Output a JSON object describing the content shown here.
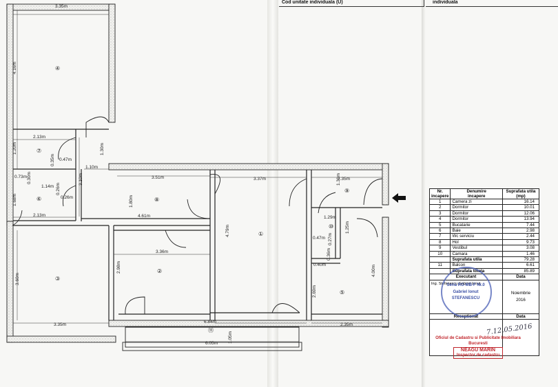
{
  "header": {
    "left_label": "Cod unitate individuala (U)",
    "right_label": "individuala"
  },
  "rooms": [
    {
      "num": "④"
    },
    {
      "num": "⑦"
    },
    {
      "num": "⑥"
    },
    {
      "num": "⑧"
    },
    {
      "num": "①"
    },
    {
      "num": "⑨"
    },
    {
      "num": "⑩"
    },
    {
      "num": "③"
    },
    {
      "num": "②"
    },
    {
      "num": "⑤"
    },
    {
      "num": "⑪"
    }
  ],
  "dimensions": {
    "d1": "3.35m",
    "d2": "4.16m",
    "d3": "2.13m",
    "d4": "1.20m",
    "d5": "0.47m",
    "d6": "0.35m",
    "d7": "3.10m",
    "d8": "1.10m",
    "d9": "1.30m",
    "d10": "0.73m",
    "d11": "0.30m",
    "d12": "1.14m",
    "d13": "0.26m",
    "d14": "0.26m",
    "d15": "1.68m",
    "d16": "2.13m",
    "d17": "3.51m",
    "d18": "1.80m",
    "d19": "4.61m",
    "d20": "3.37m",
    "d21": "4.79m",
    "d22": "2.35m",
    "d23": "1.31m",
    "d24": "1.29m",
    "d25": "1.25m",
    "d26": "0.47m",
    "d27": "0.27m",
    "d28": "0.36m",
    "d29": "0.40m",
    "d30": "3.60m",
    "d31": "3.36m",
    "d32": "2.98m",
    "d33": "2.69m",
    "d34": "4.00m",
    "d35": "3.35m",
    "d36": "6.84m",
    "d37": "1.05m",
    "d38": "6.05m",
    "d39": "2.35m"
  },
  "legend": {
    "h_nr": "Nr.",
    "h_nr2": "incapere",
    "h_den": "Denumire",
    "h_den2": "incapere",
    "h_sup": "Suprafata utila",
    "h_sup2": "(mp)",
    "rows": [
      {
        "nr": "1",
        "name": "Camera zi",
        "area": "16.14"
      },
      {
        "nr": "2",
        "name": "Dormitor",
        "area": "10.01"
      },
      {
        "nr": "3",
        "name": "Dormitor",
        "area": "12.06"
      },
      {
        "nr": "4",
        "name": "Dormitor",
        "area": "13.94"
      },
      {
        "nr": "5",
        "name": "Bucatarie",
        "area": "7.44"
      },
      {
        "nr": "6",
        "name": "Baie",
        "area": "2.98"
      },
      {
        "nr": "7",
        "name": "Wc serviciu",
        "area": "2.44"
      },
      {
        "nr": "8",
        "name": "Hol",
        "area": "9.73"
      },
      {
        "nr": "9",
        "name": "Vestibul",
        "area": "3.08"
      },
      {
        "nr": "10",
        "name": "Camara",
        "area": "1.46"
      }
    ],
    "sub_label": "Suprafata utila",
    "sub_value": "79.28",
    "b_nr": "11",
    "b_name": "Balcon",
    "b_value": "6.61",
    "tot_label": "Suprafata totala",
    "tot_value": "85.89",
    "exec_label": "Executant",
    "date_label": "Data",
    "exec_name": "Ing. Stefanescu Gabriel Ionut",
    "month": "Noiembrie",
    "year": "2016",
    "recv_label": "Receptionat",
    "recv_date": "Data"
  },
  "stamp_blue": {
    "line1": "Seria RO-MB-F Nr.0",
    "line2": "Gabriel Ionut",
    "line3": "STEFANESCU"
  },
  "stamp_red": {
    "line1": "Oficiul de Cadastru si Publicitate Imobiliara",
    "line2": "Bucuresti",
    "name": "NEAGU MARIN",
    "role": "Inspector de cadastru"
  },
  "signature": "7.12.05.2016",
  "colors": {
    "wall": "#f0f0ee",
    "ink": "#1a1a1a",
    "stamp_blue": "#4a5fb5",
    "stamp_red": "#c0252b"
  }
}
